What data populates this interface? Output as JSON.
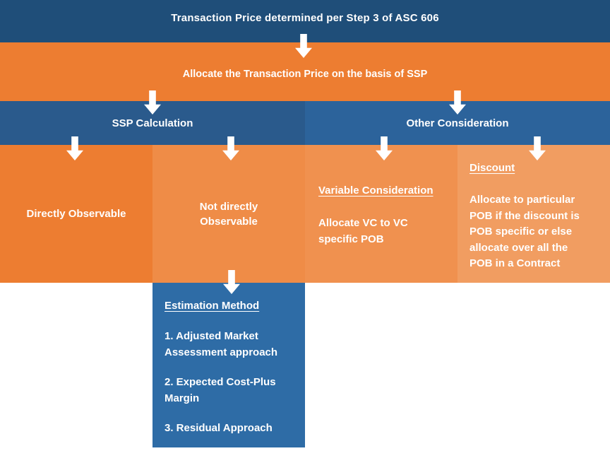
{
  "colors": {
    "navy": "#1F4E79",
    "orange1": "#ED7D31",
    "orange2": "#EF8C47",
    "orange3": "#F0914F",
    "orange4": "#F19D61",
    "hdrleft": "#2A5A8C",
    "hdrright": "#2C639B",
    "boxblue": "#2E6CA6",
    "white": "#FFFFFF"
  },
  "top_banner": {
    "text": "Transaction Price determined per Step 3 of ASC 606"
  },
  "allocation_banner": {
    "text": "Allocate the Transaction Price on the basis of SSP"
  },
  "branches": {
    "ssp_calculation": {
      "label": "SSP Calculation"
    },
    "other_consideration": {
      "label": "Other Consideration"
    }
  },
  "columns": {
    "directly_observable": {
      "body": "Directly Observable"
    },
    "not_directly_observable": {
      "body": "Not directly Observable"
    },
    "variable_consideration": {
      "heading": "Variable Consideration",
      "body": "Allocate VC to VC specific POB"
    },
    "discount": {
      "heading": "Discount",
      "body": "Allocate to particular POB if the discount is POB specific or else allocate over all the POB in a Contract"
    }
  },
  "estimation_method": {
    "heading": "Estimation Method",
    "items": [
      "1. Adjusted Market Assessment approach",
      "2. Expected Cost-Plus Margin",
      "3. Residual Approach"
    ]
  }
}
